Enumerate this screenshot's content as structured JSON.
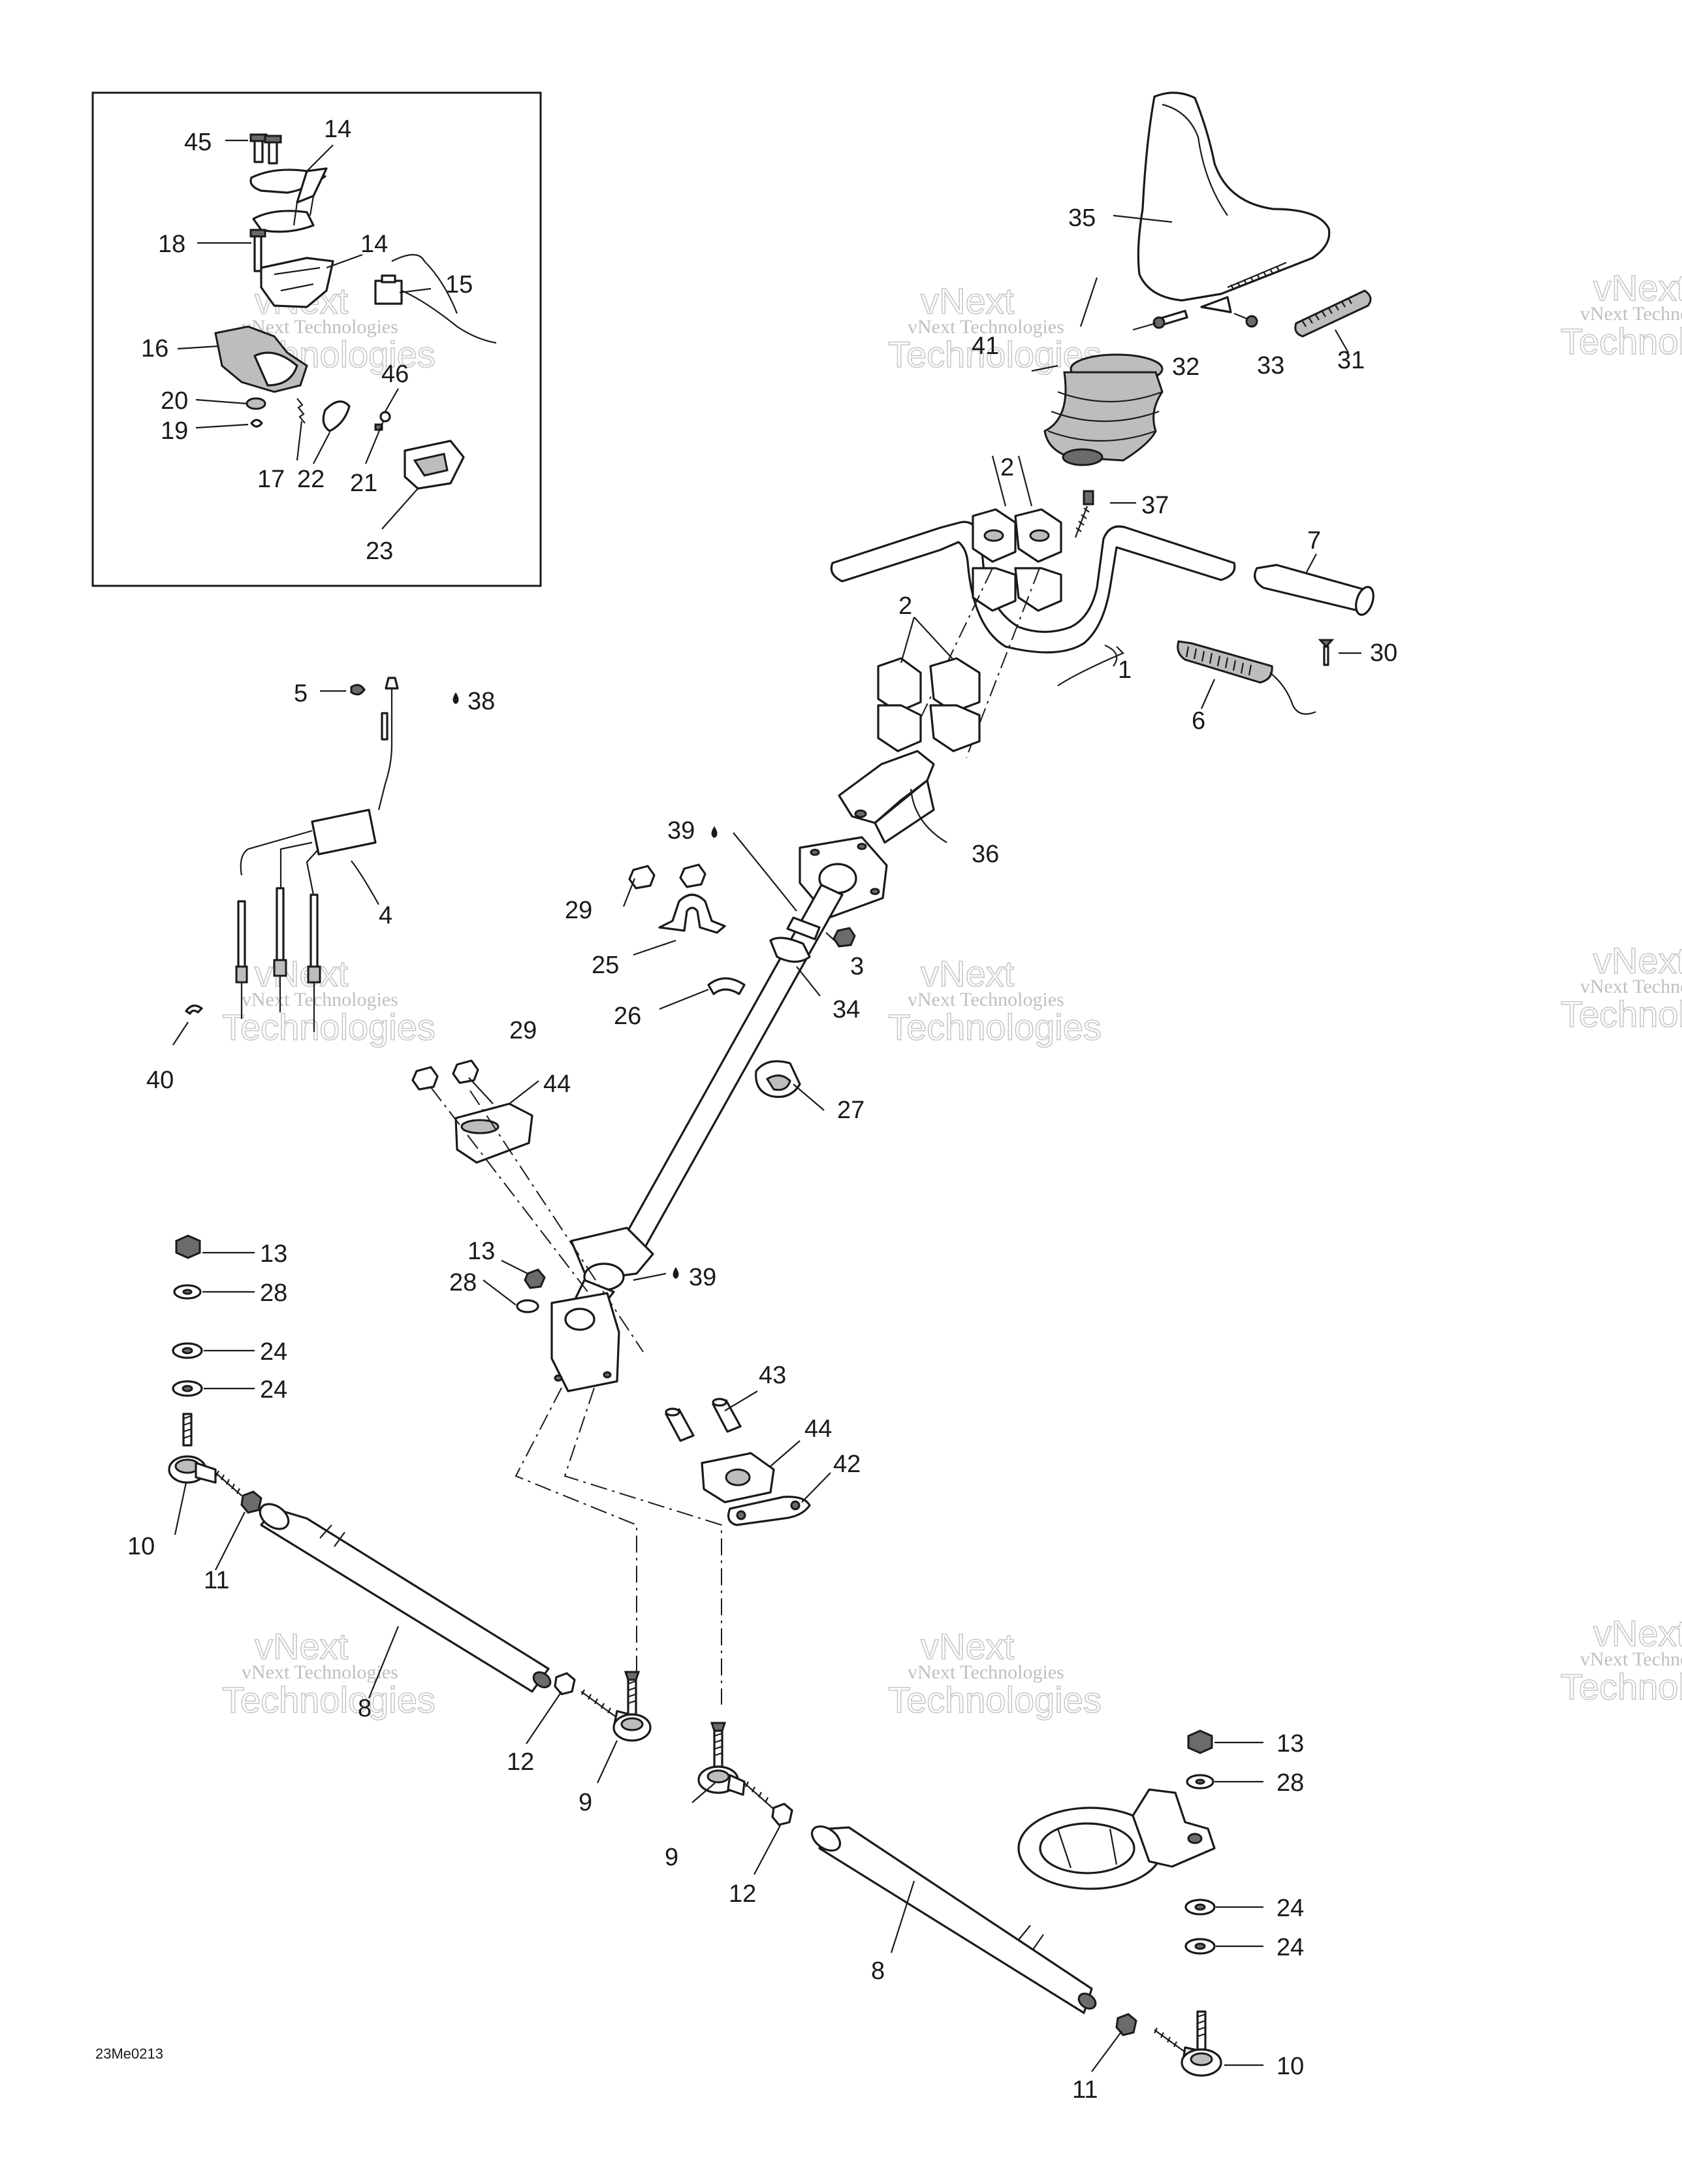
{
  "diagram": {
    "drawing_code": "23Me0213",
    "watermark": {
      "line1": "vNext Technologies",
      "line2": "Technologies",
      "line_big": "vNext"
    },
    "callouts": {
      "c1": "1",
      "c2a": "2",
      "c2b": "2",
      "c3": "3",
      "c4": "4",
      "c5": "5",
      "c6": "6",
      "c7": "7",
      "c8": "8",
      "c9a": "9",
      "c9b": "9",
      "c10a": "10",
      "c10b": "10",
      "c11a": "11",
      "c11b": "11",
      "c12a": "12",
      "c12b": "12",
      "c13a": "13",
      "c13b": "13",
      "c13c": "13",
      "c14a": "14",
      "c14b": "14",
      "c15": "15",
      "c16": "16",
      "c17": "17",
      "c18": "18",
      "c19": "19",
      "c20": "20",
      "c21": "21",
      "c22": "22",
      "c23": "23",
      "c24a": "24",
      "c24b": "24",
      "c24c": "24",
      "c24d": "24",
      "c25": "25",
      "c26": "26",
      "c27": "27",
      "c28a": "28",
      "c28b": "28",
      "c28c": "28",
      "c29a": "29",
      "c29b": "29",
      "c30": "30",
      "c31": "31",
      "c32": "32",
      "c33": "33",
      "c34": "34",
      "c35": "35",
      "c36": "36",
      "c37": "37",
      "c38": "38",
      "c39a": "39",
      "c39b": "39",
      "c40": "40",
      "c41": "41",
      "c42": "42",
      "c43": "43",
      "c44a": "44",
      "c44b": "44",
      "c45": "45",
      "c46": "46"
    }
  }
}
